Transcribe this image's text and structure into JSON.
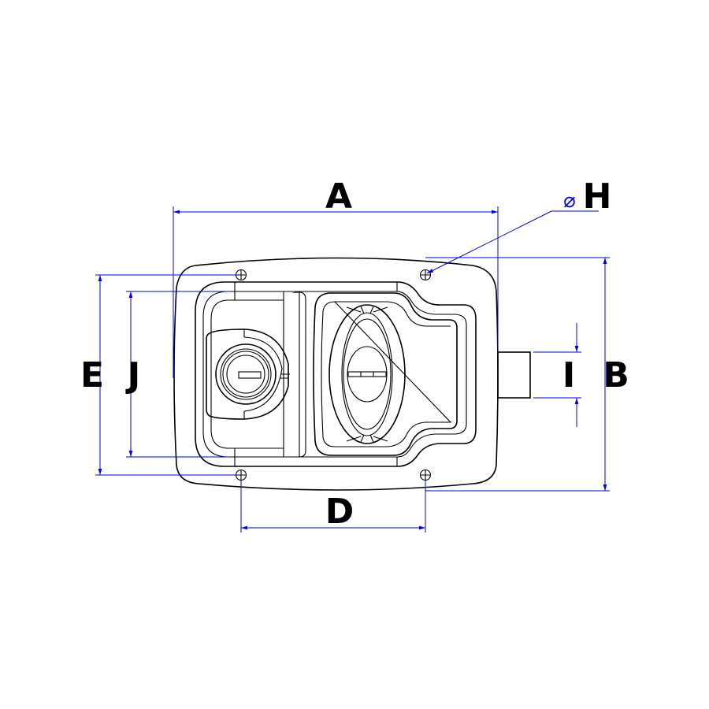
{
  "drawing": {
    "labels": {
      "A": "A",
      "B": "B",
      "D": "D",
      "E": "E",
      "H": "H",
      "I": "I",
      "J": "J"
    },
    "diameter_symbol": "⌀",
    "colors": {
      "outline": "#000000",
      "dimension": "#0000ee"
    }
  }
}
